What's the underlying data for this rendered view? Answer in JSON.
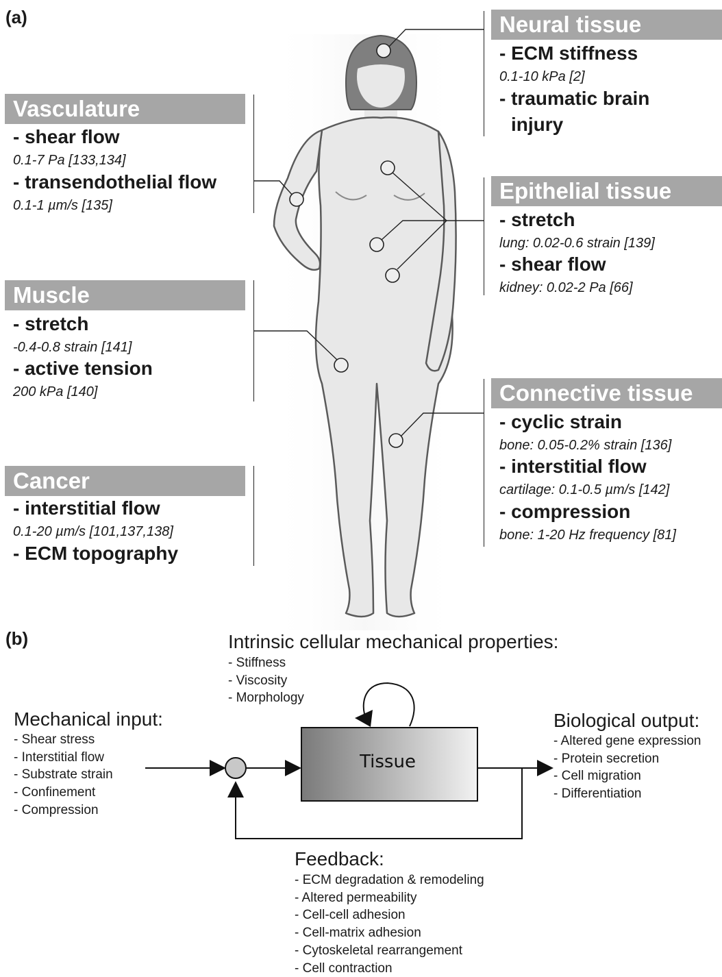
{
  "panel_a": {
    "label": "(a)",
    "icons": {
      "figure": "human-body-silhouette"
    },
    "neural": {
      "header": "Neural tissue",
      "items": [
        {
          "name": "- ECM stiffness",
          "value": "0.1-10 kPa [2]"
        },
        {
          "name": "- traumatic brain",
          "name2": "injury"
        }
      ]
    },
    "vasculature": {
      "header": "Vasculature",
      "items": [
        {
          "name": "- shear flow",
          "value": "0.1-7 Pa [133,134]"
        },
        {
          "name": "- transendothelial flow",
          "value": "0.1-1 µm/s [135]"
        }
      ]
    },
    "epithelial": {
      "header": "Epithelial tissue",
      "items": [
        {
          "name": "- stretch",
          "value": "lung: 0.02-0.6 strain [139]"
        },
        {
          "name": "- shear flow",
          "value": "kidney:  0.02-2 Pa [66]"
        }
      ]
    },
    "muscle": {
      "header": "Muscle",
      "items": [
        {
          "name": "- stretch",
          "value": "-0.4-0.8 strain [141]"
        },
        {
          "name": "- active tension",
          "value": "200 kPa [140]"
        }
      ]
    },
    "connective": {
      "header": "Connective tissue",
      "items": [
        {
          "name": "- cyclic strain",
          "value": "bone: 0.05-0.2% strain [136]"
        },
        {
          "name": "- interstitial flow",
          "value": "cartilage: 0.1-0.5 µm/s [142]"
        },
        {
          "name": "- compression",
          "value": "bone: 1-20 Hz frequency [81]"
        }
      ]
    },
    "cancer": {
      "header": "Cancer",
      "items": [
        {
          "name": "- interstitial flow",
          "value": "0.1-20 µm/s [101,137,138]"
        },
        {
          "name": "- ECM topography"
        }
      ]
    }
  },
  "panel_b": {
    "label": "(b)",
    "intrinsic": {
      "title": "Intrinsic cellular mechanical properties:",
      "items": [
        "- Stiffness",
        "- Viscosity",
        "- Morphology"
      ]
    },
    "input": {
      "title": "Mechanical input:",
      "items": [
        "- Shear stress",
        "- Interstitial flow",
        "- Substrate strain",
        "- Confinement",
        "- Compression"
      ]
    },
    "tissue": {
      "label": "Tissue"
    },
    "output": {
      "title": "Biological output:",
      "items": [
        "- Altered gene expression",
        "- Protein secretion",
        "- Cell migration",
        "- Differentiation"
      ]
    },
    "feedback": {
      "title": "Feedback:",
      "items": [
        "- ECM degradation & remodeling",
        "- Altered permeability",
        "- Cell-cell adhesion",
        "- Cell-matrix adhesion",
        "- Cytoskeletal rearrangement",
        "- Cell contraction"
      ]
    },
    "colors": {
      "tissue_dark": "#7a7a7a",
      "tissue_light": "#f2f2f2",
      "summing_node": "#c8c8c8"
    }
  }
}
